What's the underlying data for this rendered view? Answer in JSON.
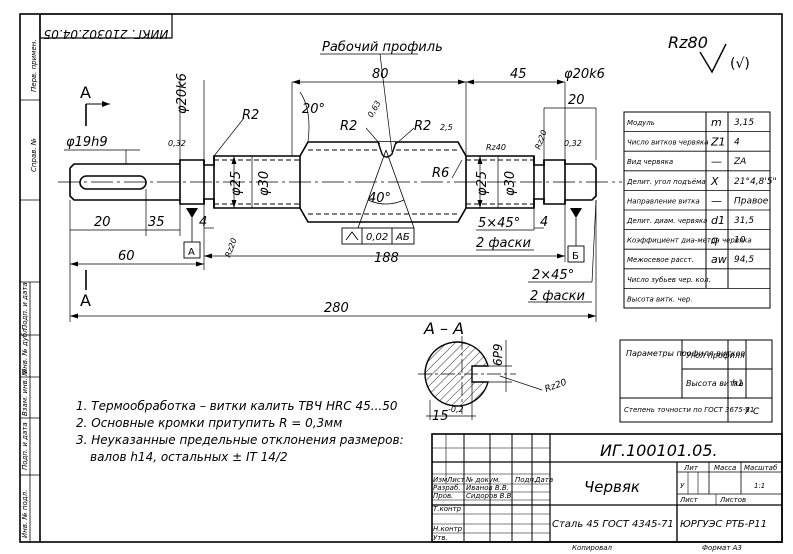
{
  "stamp_top": "ИИКГ. 210302.04.05",
  "side_labels": [
    "Перв. примен.",
    "Справ. №",
    "Подп. и дата",
    "Инв. № дубл.",
    "Взам. инв. №",
    "Подп. и дата",
    "Инв. № подл."
  ],
  "roughness": {
    "value": "Rz80",
    "suffix": "(√)"
  },
  "section_marks": {
    "top": "A",
    "bottom": "A"
  },
  "callouts": {
    "working_profile": "Рабочий профиль"
  },
  "dimensions": {
    "d_end": "φ19h9",
    "d_bearing_left": "φ20k6",
    "d_bearing_right": "φ20k6",
    "len_80": "80",
    "len_45": "45",
    "len_20_top": "20",
    "angle_20": "20°",
    "r2_a": "R2",
    "r2_b": "R2",
    "r2_c": "R2",
    "r6": "R6",
    "angle_40": "40°",
    "ra_063": "0,63",
    "ra_032_left": "0,32",
    "ra_032_right": "0,32",
    "ra_25": "2,5",
    "rz40": "Rz40",
    "rz20_right": "Rz20",
    "rz20_left": "Rz20",
    "d25_left": "φ25",
    "d30_left": "φ30",
    "d25_right": "φ25",
    "d30_right": "φ30",
    "len_20_bottom": "20",
    "len_35": "35",
    "len_4_left": "4",
    "len_4_right": "4",
    "len_60": "60",
    "len_188": "188",
    "len_280": "280",
    "chamfer_5x45": "5×45°",
    "chamfer_2x45": "2×45°",
    "two_chamfers_a": "2 фаски",
    "two_chamfers_b": "2 фаски",
    "tolerance_value": "0,02",
    "tolerance_datum": "АБ",
    "datum_a": "А",
    "datum_b": "Б"
  },
  "section": {
    "title": "А – А",
    "key_width": "6Р9",
    "depth": "15",
    "depth_tol": "-0,2",
    "rz20": "Rz20"
  },
  "params_table": [
    {
      "name": "Модуль",
      "sym": "m",
      "val": "3,15"
    },
    {
      "name": "Число витков червяка",
      "sym": "Z1",
      "val": "4"
    },
    {
      "name": "Вид червяка",
      "sym": "—",
      "val": "ZA"
    },
    {
      "name": "Делит. угол подъёма",
      "sym": "X",
      "val": "21°4,8'5\""
    },
    {
      "name": "Направление витка",
      "sym": "—",
      "val": "Правое"
    },
    {
      "name": "Делит. диам. червяка",
      "sym": "d1",
      "val": "31,5"
    },
    {
      "name": "Коэффициент диа-метра червяка",
      "sym": "q",
      "val": "10"
    },
    {
      "name": "Межосевое расст.",
      "sym": "aw",
      "val": "94,5"
    },
    {
      "name": "Число зубьев чер. кол.",
      "sym": "",
      "val": ""
    },
    {
      "name": "Высота витк. чер.",
      "sym": "",
      "val": ""
    }
  ],
  "profile_table": {
    "label": "Параметры профиля витков",
    "row1": "Угол профиля",
    "row2": "Высота витка",
    "row2_val": "h1",
    "precision": "Степень точности по ГОСТ 3675-81",
    "precision_val": "7-С"
  },
  "notes": [
    "1. Термообработка – витки калить ТВЧ HRC 45...50",
    "2. Основные кромки притупить R = 0,3мм",
    "3. Неуказанные предельные отклонения размеров:",
    "валов h14, остальных ± IT 14/2"
  ],
  "title_block": {
    "doc_code": "ИГ.100101.05.",
    "name": "Червяк",
    "material": "Сталь 45 ГОСТ 4345-71",
    "org": "ЮРГУЭС РТБ-Р11",
    "lit": "Лит",
    "mass": "Масса",
    "scale": "Масштаб",
    "lit_val": "У",
    "scale_val": "1:1",
    "sheet": "Лист",
    "sheets": "Листов",
    "col_izm": "Изм",
    "col_list": "Лист",
    "col_doc": "№ докум.",
    "col_sign": "Подп.",
    "col_date": "Дата",
    "r_razrab": "Разраб.",
    "r_prov": "Пров.",
    "r_tkontr": "Т.контр",
    "r_nkontr": "Н.контр",
    "r_utv": "Утв.",
    "razrab_name": "Иванов В.В.",
    "prov_name": "Сидоров В.В.",
    "copied": "Копировал",
    "format": "Формат   А3"
  }
}
